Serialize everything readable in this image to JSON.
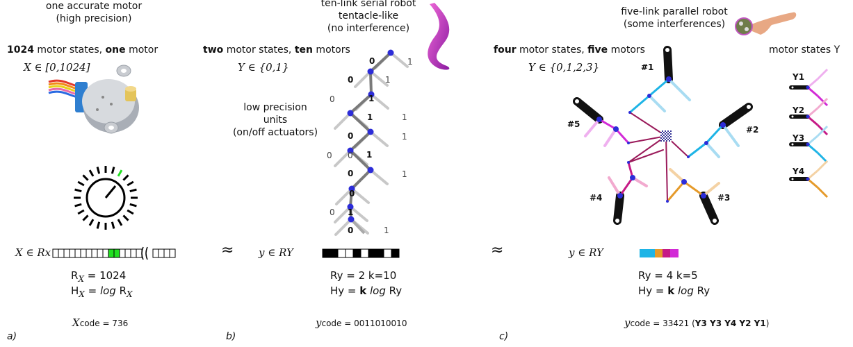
{
  "panel_a": {
    "caption_line1": "one accurate motor",
    "caption_line2": "(high precision)",
    "states_num": "1024",
    "states_mid": " motor states, ",
    "states_one": "one",
    "states_end": " motor",
    "domain": "X ∈ [0,1024]",
    "set_label": "X ∈ Rx",
    "r_eq": "R",
    "r_sub": "X",
    "r_val": " = 1024",
    "h_eq": "H",
    "h_sub": "X",
    "h_eq2": " = ",
    "h_log": "log",
    "h_r": " R",
    "h_rsub": "X",
    "code_sym": "X",
    "code_val": "code = 736",
    "letter": "a)"
  },
  "panel_b": {
    "caption_line1": "ten-link serial robot",
    "caption_line2": "tentacle-like",
    "caption_line3": "(no interference)",
    "states_two": "two",
    "states_mid": " motor states, ",
    "states_ten": "ten",
    "states_end": " motors",
    "domain": "Y ∈ {0,1}",
    "low1": "low precision",
    "low2": "units",
    "low3": "(on/off actuators)",
    "approx": "≈",
    "set_label": "y ∈ RY",
    "r_line": "Ry = 2 k=10",
    "h_a": "Hy = ",
    "h_k": "k",
    "h_log": " log",
    "h_end": " Ry",
    "code_sym": "y",
    "code_val": "code = 0011010010",
    "letter": "b)",
    "bits": [
      "0",
      "0",
      "1",
      "1",
      "0",
      "1",
      "0",
      "0",
      "1",
      "0"
    ],
    "side_bits": [
      "1",
      "1",
      "0",
      "1",
      "0",
      "1",
      "0",
      "1",
      "0",
      "1"
    ]
  },
  "panel_c": {
    "caption_line1": "five-link parallel robot",
    "caption_line2": "(some interferences)",
    "states_four": "four",
    "states_mid": " motor states, ",
    "states_five": "five",
    "states_end": " motors",
    "domain": "Y ∈ {0,1,2,3}",
    "link1": "#1",
    "link2": "#2",
    "link3": "#3",
    "link4": "#4",
    "link5": "#5",
    "approx": "≈",
    "set_label": "y ∈ RY",
    "r_line": "Ry = 4 k=5",
    "h_a": "Hy = ",
    "h_k": "k",
    "h_log": " log",
    "h_end": " Ry",
    "code_sym": "y",
    "code_val": "code = 33421 (",
    "code_tail": "Y3 Y3 Y4 Y2 Y1",
    "code_close": ")",
    "letter": "c)",
    "legend_title": "motor states Y",
    "y1": "Y1",
    "y2": "Y2",
    "y3": "Y3",
    "y4": "Y4"
  },
  "colors": {
    "blue_joint": "#2c2cd8",
    "green": "#22e022",
    "cyan": "#1eb4e6",
    "orange": "#e59a2a",
    "magenta": "#c61a86",
    "violet": "#d22ad6",
    "link": "#111111"
  }
}
